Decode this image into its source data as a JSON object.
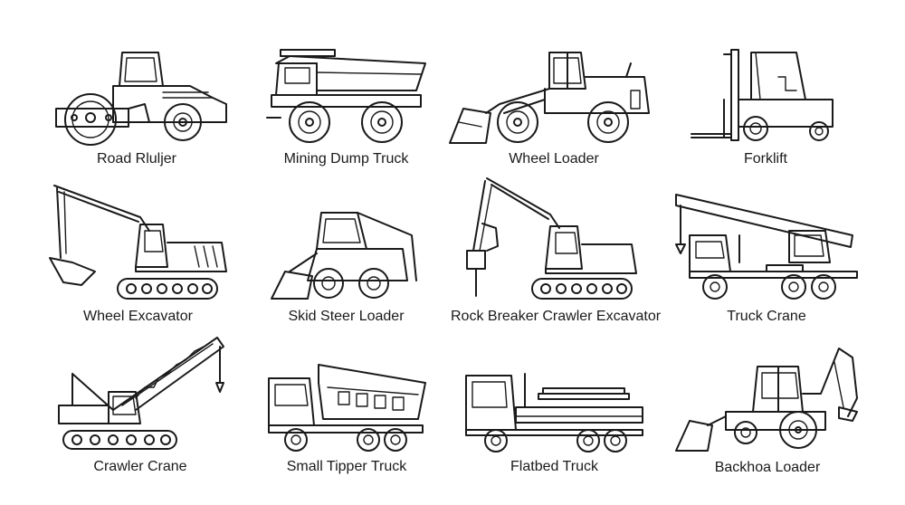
{
  "items": [
    {
      "label": "Road Rluljer",
      "icon": "road-roller-icon"
    },
    {
      "label": "Mining Dump Truck",
      "icon": "mining-dump-truck-icon"
    },
    {
      "label": "Wheel Loader",
      "icon": "wheel-loader-icon"
    },
    {
      "label": "Forklift",
      "icon": "forklift-icon"
    },
    {
      "label": "Wheel Excavator",
      "icon": "wheel-excavator-icon"
    },
    {
      "label": "Skid Steer Loader",
      "icon": "skid-steer-loader-icon"
    },
    {
      "label": "Rock Breaker Crawler Excavator",
      "icon": "rock-breaker-excavator-icon"
    },
    {
      "label": "Truck Crane",
      "icon": "truck-crane-icon"
    },
    {
      "label": "Crawler Crane",
      "icon": "crawler-crane-icon"
    },
    {
      "label": "Small Tipper Truck",
      "icon": "small-tipper-truck-icon"
    },
    {
      "label": "Flatbed Truck",
      "icon": "flatbed-truck-icon"
    },
    {
      "label": "Backhoa Loader",
      "icon": "backhoe-loader-icon"
    }
  ],
  "colors": {
    "line": "#1a1a1a",
    "background": "#ffffff"
  }
}
